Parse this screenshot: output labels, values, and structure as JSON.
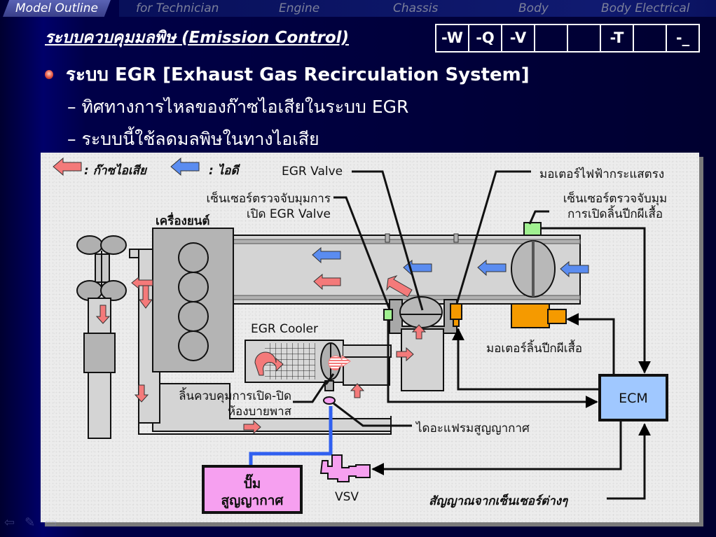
{
  "nav": {
    "tabs": [
      {
        "label": "Model Outline",
        "active": true
      },
      {
        "label": "for Technician",
        "active": false
      },
      {
        "label": "Engine",
        "active": false
      },
      {
        "label": "Chassis",
        "active": false
      },
      {
        "label": "Body",
        "active": false
      },
      {
        "label": "Body Electrical",
        "active": false
      }
    ]
  },
  "header": {
    "subtitle": "ระบบควบคุมมลพิษ (Emission Control)",
    "variant_boxes": [
      "-W",
      "-Q",
      "-V",
      "",
      "",
      "-T",
      "",
      "-_"
    ]
  },
  "bullets": {
    "main": "ระบบ EGR [Exhaust Gas Recirculation System]",
    "subs": [
      "– ทิศทางการไหลของก๊าซไอเสียในระบบ EGR",
      "– ระบบนี้ใช้ลดมลพิษในทางไอเสีย"
    ]
  },
  "diagram": {
    "legend": {
      "exhaust_label": ": ก๊าซไอเสีย",
      "intake_label": ": ไอดี",
      "exhaust_color": "#f47a7a",
      "intake_color": "#5a8cf0"
    },
    "labels": {
      "egr_valve": "EGR Valve",
      "egr_sensor_line1": "เซ็นเซอร์ตรวจจับมุมการ",
      "egr_sensor_line2": "เปิด EGR Valve",
      "engine": "เครื่องยนต์",
      "dc_motor": "มอเตอร์ไฟฟ้ากระแสตรง",
      "throttle_sensor_line1": "เซ็นเซอร์ตรวจจับมุม",
      "throttle_sensor_line2": "การเปิดลิ้นปีกผีเสื้อ",
      "throttle_motor": "มอเตอร์ลิ้นปีกผีเสื้อ",
      "egr_cooler": "EGR Cooler",
      "bypass_valve_line1": "ลิ้นควบคุมการเปิด-ปิด",
      "bypass_valve_line2": "ห้องบายพาส",
      "vacuum_diaphragm": "ไดอะแฟรมสูญญากาศ",
      "ecm": "ECM",
      "vacuum_pump_line1": "ปั๊ม",
      "vacuum_pump_line2": "สูญญากาศ",
      "vsv": "VSV",
      "sensor_signals": "สัญญาณจากเซ็นเซอร์ต่างๆ"
    },
    "colors": {
      "pipe": "#d4d4d4",
      "engine": "#b4b4b4",
      "sensor_green": "#a0f090",
      "motor_orange": "#f59a00",
      "ecm_blue": "#a0c8ff",
      "pump_pink": "#f6a0f0",
      "vacuum_line": "#3060f0"
    }
  }
}
